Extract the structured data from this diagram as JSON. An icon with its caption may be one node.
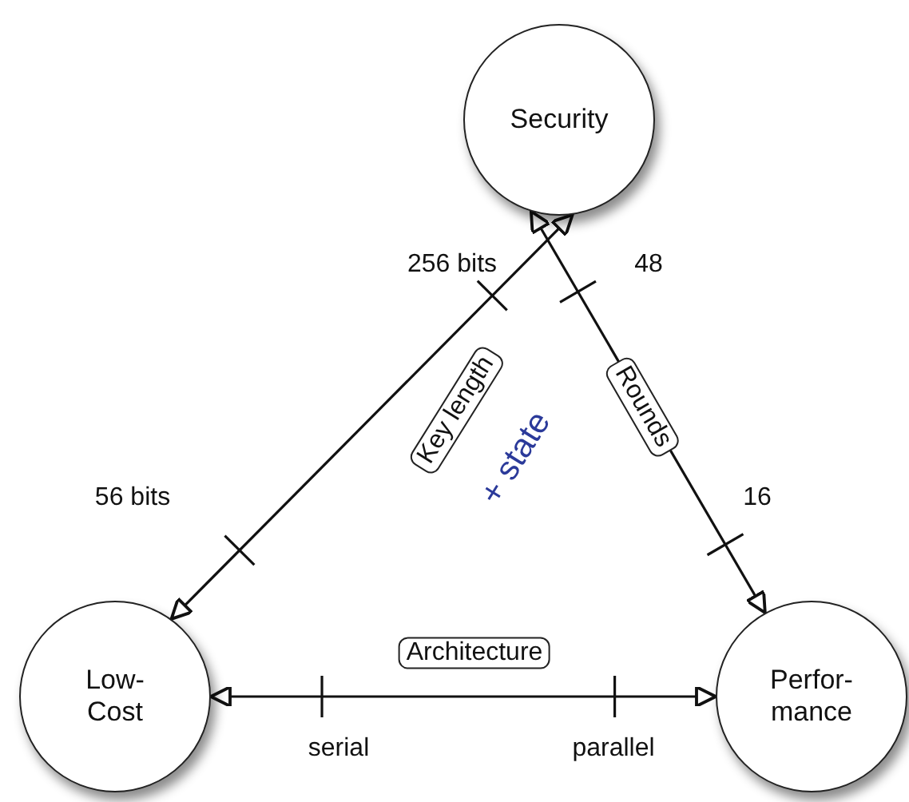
{
  "diagram": {
    "nodes": [
      {
        "text": [
          "Security"
        ]
      },
      {
        "text": [
          "Low- Cost"
        ]
      },
      {
        "text": [
          "Perfor- mance"
        ]
      }
    ],
    "edges": [
      {
        "from": 0,
        "to": 1,
        "arrow": "both",
        "label": "Key length"
      },
      {
        "from": 0,
        "to": 2,
        "arrow": "both",
        "label": "Rounds"
      },
      {
        "from": 1,
        "to": 2,
        "arrow": "both",
        "label": "Architecture"
      }
    ],
    "labels": [
      "256 bits",
      "48",
      "+ state",
      "56 bits",
      "16",
      "serial",
      "parallel"
    ]
  }
}
